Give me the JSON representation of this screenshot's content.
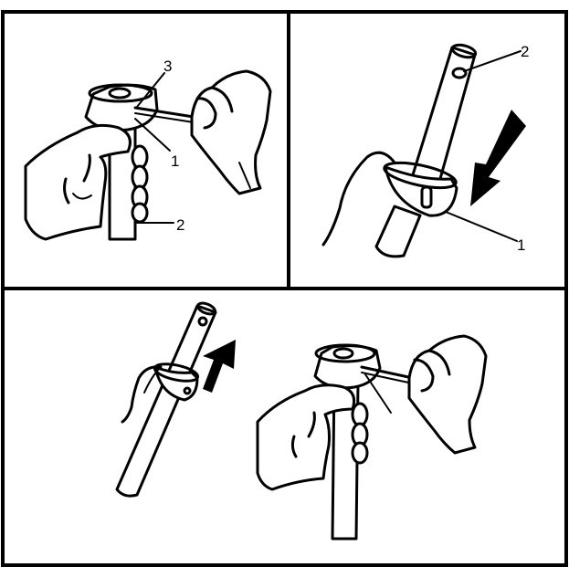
{
  "panels": [
    {
      "id": "top-left",
      "callouts": [
        "3",
        "1",
        "2"
      ]
    },
    {
      "id": "top-right",
      "callouts": [
        "2",
        "1"
      ]
    },
    {
      "id": "bottom",
      "callouts": []
    }
  ],
  "colors": {
    "line": "#000000",
    "background": "#ffffff"
  }
}
